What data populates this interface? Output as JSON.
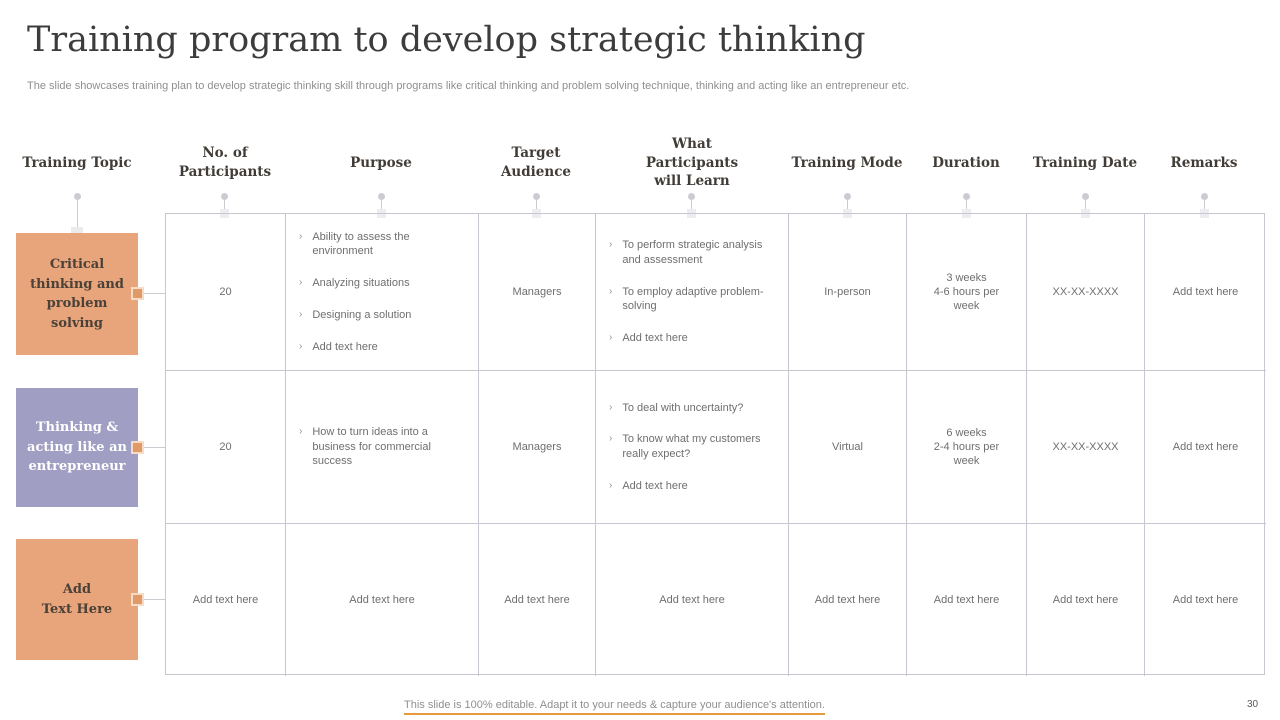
{
  "slide": {
    "title": "Training program to develop strategic thinking",
    "subtitle": "The slide showcases training plan to develop strategic thinking skill through programs like critical thinking and problem solving technique, thinking and acting like an entrepreneur etc.",
    "footer_note": "This slide is 100% editable. Adapt it to your needs & capture your audience's attention.",
    "page_number": "30"
  },
  "colors": {
    "accent_orange": "#e8a47a",
    "accent_purple": "#a19ec4",
    "footer_underline_orange": "#e59a3d",
    "grid_line": "#c7c7d1",
    "body_text": "#6f6f6f"
  },
  "bullet_char": "›",
  "headers": [
    "Training Topic",
    "No. of Participants",
    "Purpose",
    "Target Audience",
    "What Participants will Learn",
    "Training Mode",
    "Duration",
    "Training Date",
    "Remarks"
  ],
  "rows": [
    {
      "topic": "Critical thinking and problem solving",
      "participants": "20",
      "purpose": [
        "Ability to assess the environment",
        "Analyzing situations",
        "Designing a solution",
        "Add text here"
      ],
      "audience": "Managers",
      "learn": [
        "To perform strategic analysis and assessment",
        "To employ adaptive problem-solving",
        "Add text here"
      ],
      "mode": "In-person",
      "duration": "3 weeks\n4-6 hours per week",
      "date": "XX-XX-XXXX",
      "remarks": "Add text here"
    },
    {
      "topic": "Thinking & acting like an entrepreneur",
      "participants": "20",
      "purpose": [
        "How to turn ideas into a business for commercial success"
      ],
      "audience": "Managers",
      "learn": [
        "To deal with uncertainty?",
        "To know what my customers really expect?",
        "Add text here"
      ],
      "mode": "Virtual",
      "duration": "6 weeks\n2-4 hours per week",
      "date": "XX-XX-XXXX",
      "remarks": "Add text here"
    },
    {
      "topic": "Add\nText Here",
      "participants": "Add text here",
      "purpose": "Add text here",
      "audience": "Add text here",
      "learn": "Add text here",
      "mode": "Add text here",
      "duration": "Add text here",
      "date": "Add text here",
      "remarks": "Add text here"
    }
  ]
}
